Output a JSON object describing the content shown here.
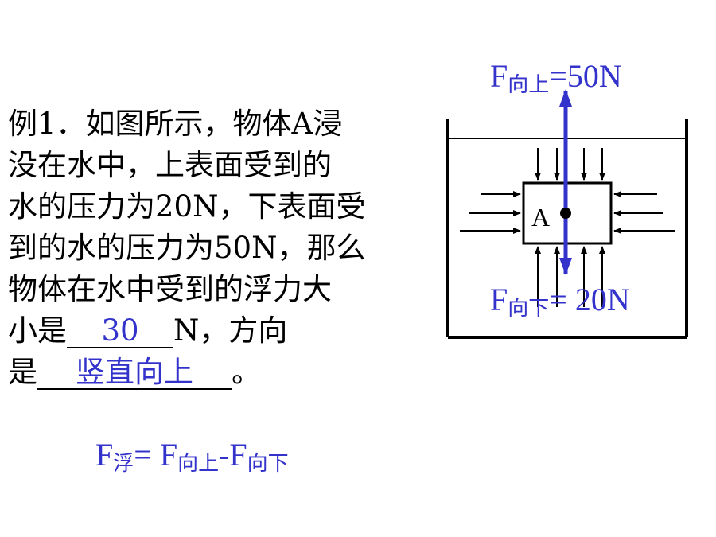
{
  "problem": {
    "lines": [
      "例1．如图所示，物体A浸",
      "没在水中，上表面受到的",
      "水的压力为20N，下表面受",
      "到的水的压力为50N，那么",
      "物体在水中受到的浮力大"
    ],
    "line6_prefix": "小是",
    "answer1": "30",
    "line6_suffix": "N，方向",
    "line7_prefix": "是",
    "answer2": "竖直向上",
    "line7_suffix": "。"
  },
  "diagram": {
    "block_label": "A",
    "force_up": {
      "symbol": "F",
      "subscript": "向上",
      "value": "=50N"
    },
    "force_down": {
      "symbol": "F",
      "subscript": "向下",
      "value": "= 20N"
    }
  },
  "formula": {
    "lhs_symbol": "F",
    "lhs_subscript": "浮",
    "equals": "= ",
    "t1_symbol": "F",
    "t1_subscript": "向上",
    "minus": "-",
    "t2_symbol": "F",
    "t2_subscript": "向下"
  },
  "colors": {
    "answer": "#3333cc",
    "text": "#000000",
    "arrow": "#3333cc"
  }
}
